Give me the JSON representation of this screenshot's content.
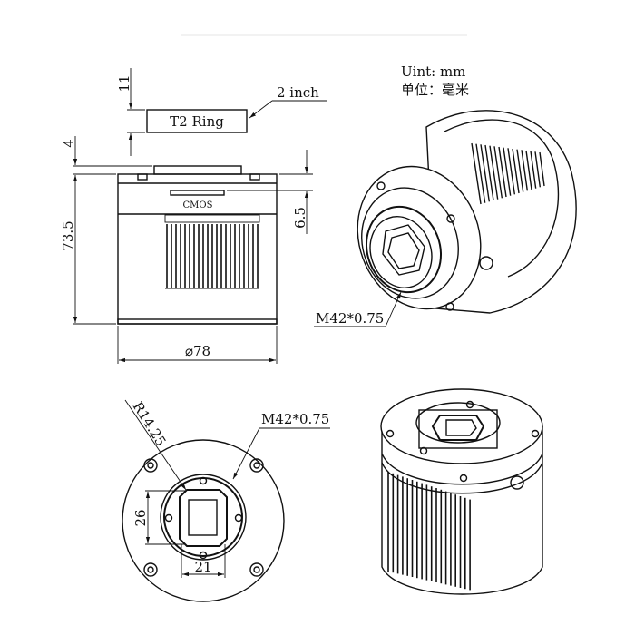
{
  "units": {
    "line1": "Uint: mm",
    "line2": "单位：毫米"
  },
  "side_view": {
    "t2_ring_label": "T2 Ring",
    "t2_size_label": "2 inch",
    "ring_height": "11",
    "flange_height": "4",
    "body_height": "73.5",
    "sensor_depth": "6.5",
    "sensor_label": "CMOS",
    "diameter": "⌀78"
  },
  "iso_front": {
    "thread_label": "M42*0.75"
  },
  "front_view": {
    "radius_label": "R14.25",
    "thread_label": "M42*0.75",
    "window_height": "26",
    "window_width": "21"
  }
}
